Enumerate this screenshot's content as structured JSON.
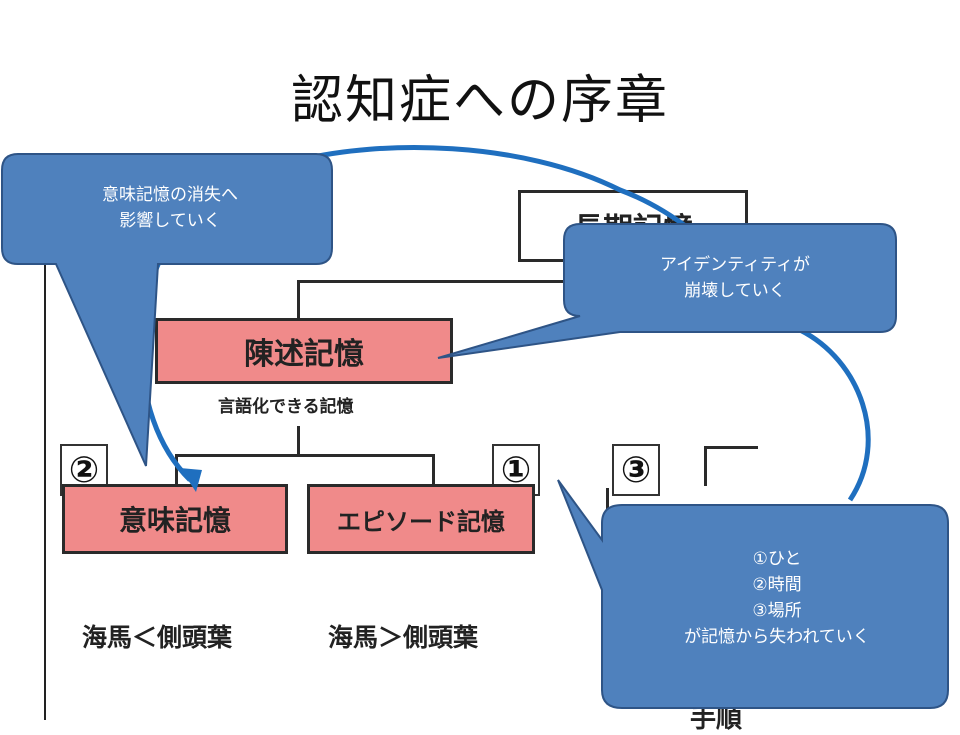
{
  "title": "認知症への序章",
  "diagram": {
    "long_term_memory": "長期記憶",
    "declarative_memory": "陳述記憶",
    "declarative_caption": "言語化できる記憶",
    "semantic_memory": "意味記憶",
    "episodic_memory": "エピソード記憶",
    "num_semantic": "②",
    "num_episodic": "①",
    "num_third": "③",
    "semantic_relation": "海馬＜側頭葉",
    "episodic_relation": "海馬＞側頭葉",
    "bottom_fragment": "手順"
  },
  "callouts": {
    "semantic": [
      "意味記憶の消失へ",
      "影響していく"
    ],
    "identity": [
      "アイデンティティが",
      "崩壊していく"
    ],
    "orientation": [
      "①ひと",
      "②時間",
      "③場所",
      "が記憶から失われていく"
    ]
  },
  "colors": {
    "memory_box_fill": "#f08a8a",
    "callout_fill": "#4f81bd",
    "callout_stroke": "#2e5486",
    "arrow_stroke": "#1f6fbf"
  }
}
